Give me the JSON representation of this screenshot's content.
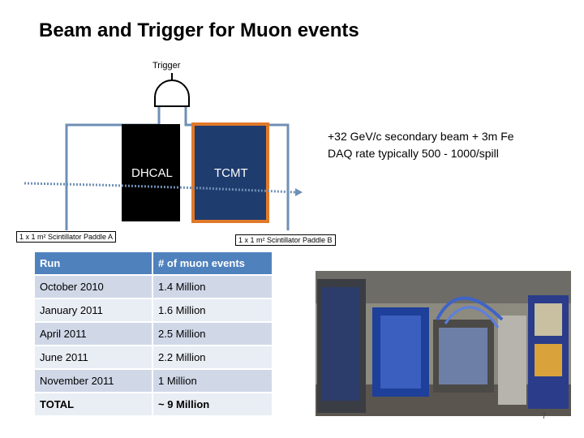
{
  "title": "Beam and Trigger for Muon events",
  "diagram": {
    "trigger_label": "Trigger",
    "dhcal_label": "DHCAL",
    "tcmt_label": "TCMT",
    "beam_info_line1": "+32 GeV/c secondary beam + 3m Fe",
    "beam_info_line2": "DAQ rate typically 500 - 1000/spill",
    "paddle_a_label": "1 x 1 m² Scintillator Paddle A",
    "paddle_b_label": "1 x 1 m² Scintillator Paddle B"
  },
  "table": {
    "headers": [
      "Run",
      "# of muon events"
    ],
    "rows": [
      [
        "October 2010",
        "1.4 Million"
      ],
      [
        "January 2011",
        "1.6 Million"
      ],
      [
        "April 2011",
        "2.5 Million"
      ],
      [
        "June 2011",
        "2.2 Million"
      ],
      [
        "November 2011",
        "1 Million"
      ],
      [
        "TOTAL",
        "~ 9 Million"
      ]
    ]
  },
  "page_number": "7",
  "colors": {
    "accent_blue": "#4f81bd",
    "tcmt_fill": "#1f3c6e",
    "tcmt_border": "#e07a2a",
    "dhcal_fill": "#000000"
  }
}
